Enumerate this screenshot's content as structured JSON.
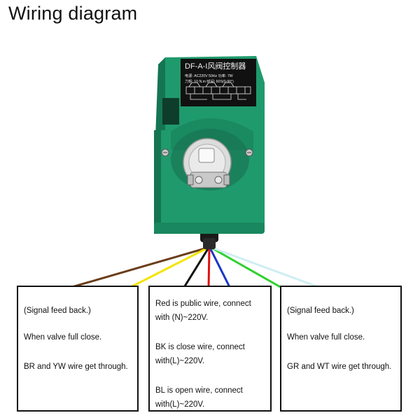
{
  "title": "Wiring diagram",
  "device": {
    "plate_title": "DF-A-I风阀控制器",
    "plate_line1": "电源: AC220V 50Hz  功率: 7W",
    "plate_line2": "力矩: 10 N.m  时间: 60S(0-90°)"
  },
  "colors": {
    "housing": "#1f9a6d",
    "housing_dark": "#157552",
    "wire_brown": "#6b3d1a",
    "wire_yellow": "#f2e400",
    "wire_black": "#111111",
    "wire_red": "#e01010",
    "wire_blue": "#1a36c8",
    "wire_green": "#2fd12f",
    "wire_white": "#cfeef2"
  },
  "boxes": {
    "left": {
      "line1": "(Signal feed back.)",
      "line2": "When valve full close.",
      "line3": "BR and YW wire get through."
    },
    "center": {
      "line1": "Red is public wire, connect",
      "line2": "with (N)~220V.",
      "line3": "BK is close wire, connect",
      "line4": "with(L)~220V.",
      "line5": "BL is open wire, connect",
      "line6": "with(L)~220V."
    },
    "right": {
      "line1": "(Signal feed back.)",
      "line2": "When valve full close.",
      "line3": "GR and WT wire get through."
    }
  }
}
